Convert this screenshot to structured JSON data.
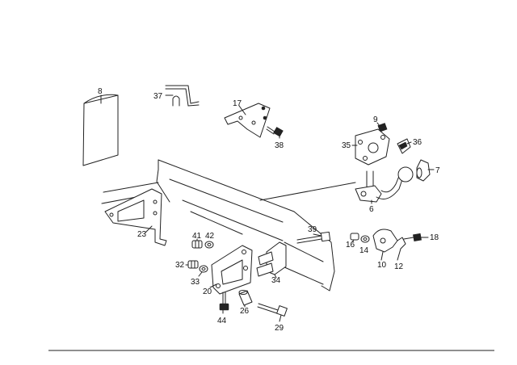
{
  "diagram": {
    "labels": {
      "l8": "8",
      "l37": "37",
      "l17": "17",
      "l38": "38",
      "l9": "9",
      "l35": "35",
      "l36": "36",
      "l7": "7",
      "l6": "6",
      "l23": "23",
      "l41": "41",
      "l42": "42",
      "l39": "39",
      "l16": "16",
      "l14": "14",
      "l18": "18",
      "l10": "10",
      "l12": "12",
      "l32": "32",
      "l33": "33",
      "l20": "20",
      "l34": "34",
      "l26": "26",
      "l44": "44",
      "l29": "29"
    }
  }
}
